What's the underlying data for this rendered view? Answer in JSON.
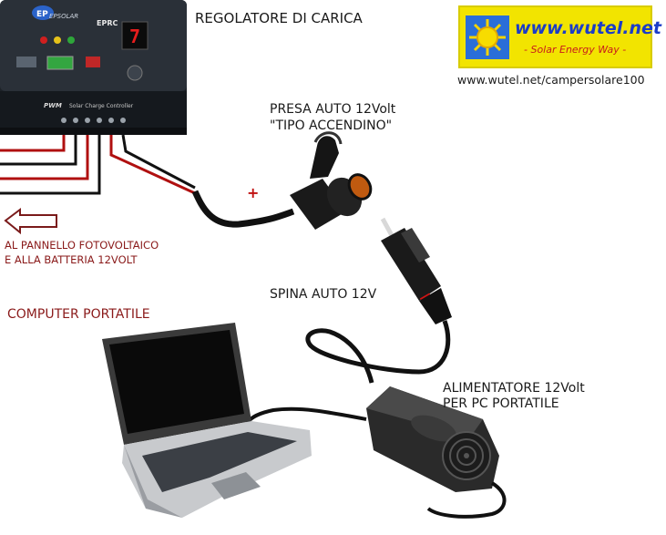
{
  "labels": {
    "regulator": "REGOLATORE DI CARICA",
    "site_url": "www.wutel.net/campersolare100",
    "socket_line1": "PRESA AUTO 12Volt",
    "socket_line2": "\"TIPO ACCENDINO\"",
    "plus_sign": "+",
    "panel_line1": "AL PANNELLO FOTOVOLTAICO",
    "panel_line2": "E ALLA BATTERIA 12VOLT",
    "plug": "SPINA AUTO 12V",
    "laptop": "COMPUTER PORTATILE",
    "adapter_line1": "ALIMENTATORE 12Volt",
    "adapter_line2": "PER PC PORTATILE"
  },
  "logo": {
    "url": "www.wutel.net",
    "tagline": "- Solar Energy Way -",
    "brand_color": "#f2e400",
    "url_color": "#1b3cc8",
    "tagline_color": "#c81b1b"
  },
  "controller": {
    "brand": "EPSOLAR",
    "model": "EPRC",
    "mode_text": "PWM",
    "subtitle": "Solar Charge Controller",
    "display_digit": "7"
  },
  "colors": {
    "wire_red": "#b01010",
    "wire_black": "#111111",
    "arrow": "#7a1a1a"
  }
}
